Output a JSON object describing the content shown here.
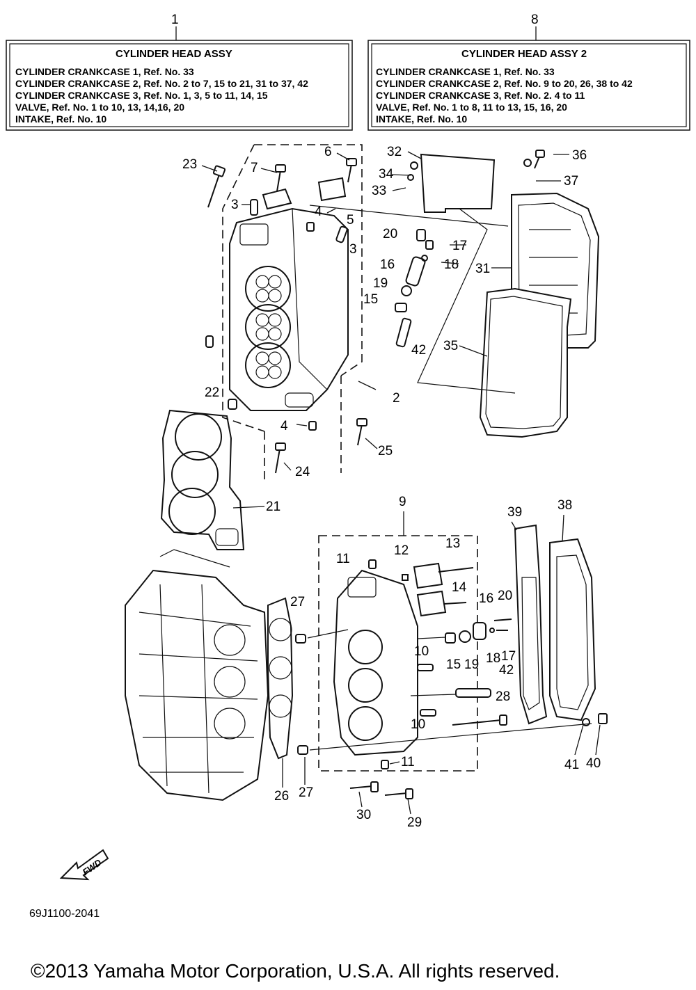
{
  "diagram_code": "69J1100-2041",
  "copyright": "©2013 Yamaha Motor Corporation, U.S.A. All rights reserved.",
  "fwd_label": "FWD",
  "box_left": {
    "ref": "1",
    "title": "CYLINDER  HEAD  ASSY",
    "lines": [
      "CYLINDER CRANKCASE 1,  Ref. No. 33",
      "CYLINDER CRANKCASE 2,  Ref. No. 2 to 7, 15 to  21, 31 to 37, 42",
      "CYLINDER CRANKCASE 3,  Ref. No. 1, 3, 5 to 11, 14, 15",
      "VALVE,  Ref. No. 1 to 10, 13, 14,16, 20",
      "INTAKE,  Ref. No. 10"
    ]
  },
  "box_right": {
    "ref": "8",
    "title": "CYLINDER  HEAD  ASSY 2",
    "lines": [
      "CYLINDER CRANKCASE 1,  Ref. No. 33",
      "CYLINDER CRANKCASE 2,  Ref. No. 9 to 20, 26, 38 to 42",
      "CYLINDER CRANKCASE 3,  Ref. No. 2. 4 to 11",
      "VALVE,  Ref. No. 1 to 8, 11 to 13, 15, 16, 20",
      "INTAKE,  Ref. No. 10"
    ]
  },
  "callouts": [
    "23",
    "7",
    "6",
    "3",
    "4",
    "5",
    "3",
    "32",
    "34",
    "33",
    "36",
    "37",
    "20",
    "17",
    "16",
    "18",
    "19",
    "15",
    "42",
    "31",
    "35",
    "22",
    "2",
    "4",
    "25",
    "24",
    "21",
    "9",
    "13",
    "11",
    "12",
    "14",
    "16",
    "20",
    "27",
    "10",
    "15",
    "19",
    "18",
    "17",
    "42",
    "28",
    "39",
    "38",
    "10",
    "11",
    "41",
    "40",
    "26",
    "27",
    "30",
    "29"
  ]
}
